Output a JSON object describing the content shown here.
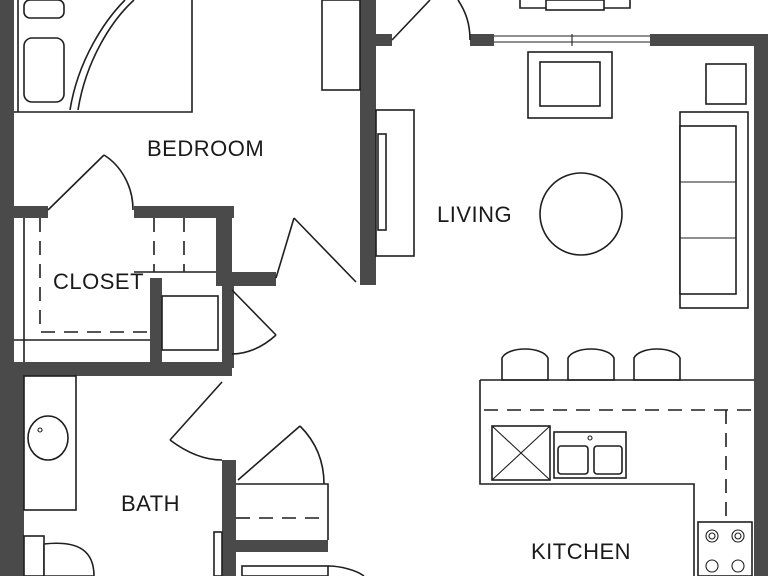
{
  "rooms": {
    "bedroom": "BEDROOM",
    "living": "LIVING",
    "closet": "CLOSET",
    "bath": "BATH",
    "kitchen": "KITCHEN"
  },
  "colors": {
    "wall": "#4a4a4a",
    "line": "#1f1f1f",
    "background": "#ffffff"
  }
}
